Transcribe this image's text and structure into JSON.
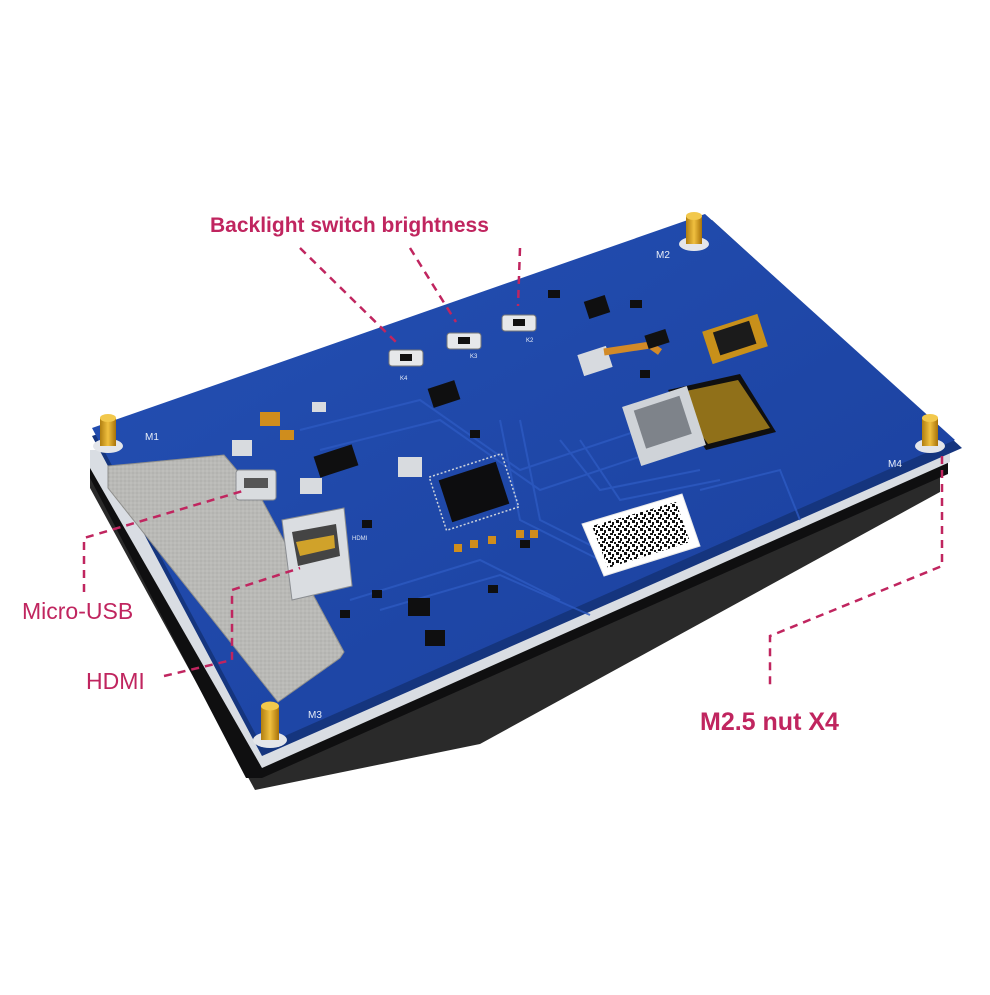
{
  "callouts": {
    "backlight": "Backlight switch brightness",
    "micro_usb": "Micro-USB",
    "hdmi": "HDMI",
    "nut": "M2.5 nut X4"
  },
  "mount_holes": [
    "M1",
    "M2",
    "M3",
    "M4"
  ],
  "buttons": [
    "K4",
    "K3",
    "K2"
  ],
  "silkscreen": {
    "hdmi": "HDMI"
  },
  "colors": {
    "label": "#c0255f",
    "board": "#1f49a8",
    "board_edge": "#15357e",
    "metal": "#b7b7b4",
    "standoff": "#d8a21c"
  }
}
